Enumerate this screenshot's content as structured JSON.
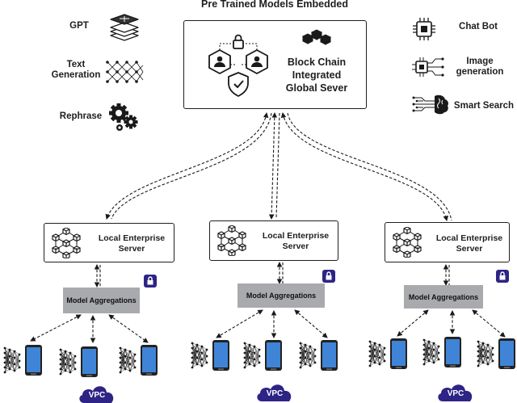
{
  "title": "Pre Trained Models Embedded",
  "global_server": {
    "label": "Block Chain Integrated Global Sever"
  },
  "left_models": [
    {
      "label": "GPT",
      "icon": "layers-icon"
    },
    {
      "label": "Text Generation",
      "icon": "neural-mesh-icon"
    },
    {
      "label": "Rephrase",
      "icon": "gears-icon"
    }
  ],
  "right_models": [
    {
      "label": "Chat Bot",
      "icon": "chip-icon"
    },
    {
      "label": "Image generation",
      "icon": "circuit-chip-icon"
    },
    {
      "label": "Smart Search",
      "icon": "brain-circuit-icon"
    }
  ],
  "clusters": [
    {
      "server_label": "Local Enterprise Server",
      "aggregation_label": "Model Aggregations",
      "vpc_label": "VPC"
    },
    {
      "server_label": "Local Enterprise Server",
      "aggregation_label": "Model Aggregations",
      "vpc_label": "VPC"
    },
    {
      "server_label": "Local Enterprise Server",
      "aggregation_label": "Model Aggregations",
      "vpc_label": "VPC"
    }
  ],
  "colors": {
    "line": "#1a1a1a",
    "aggregation_fill": "#a9aaad",
    "phone_screen": "#3f84d6",
    "vpc_cloud": "#2d2485",
    "lock_badge": "#2d2485"
  }
}
